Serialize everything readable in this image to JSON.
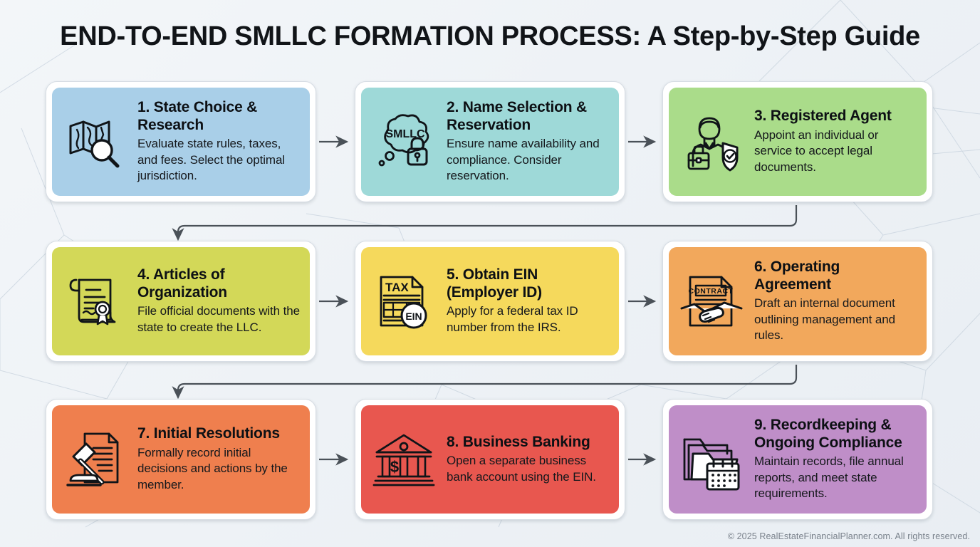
{
  "header": {
    "title_strong": "END-TO-END SMLLC FORMATION PROCESS",
    "title_rest": ": A Step-by-Step Guide",
    "title_full": "END-TO-END SMLLC FORMATION PROCESS: A Step-by-Step Guide"
  },
  "colors": {
    "background": "#eef2f6",
    "card_frame": "#ffffff",
    "card_border": "#d7dde4",
    "connector": "#4a5158",
    "text_primary": "#0d1014",
    "footer_text": "#7a828c",
    "step1": "#a9cfe8",
    "step2": "#9ed9d8",
    "step3": "#aadc8a",
    "step4": "#d3d858",
    "step5": "#f5d95c",
    "step6": "#f2a85c",
    "step7": "#ef7f4e",
    "step8": "#e8574f",
    "step9": "#bf8ec8"
  },
  "steps": [
    {
      "number": "1.",
      "title": "1. State Choice & Research",
      "desc": "Evaluate state rules, taxes, and fees. Select the optimal jurisdiction.",
      "color": "#a9cfe8",
      "icon": "map-magnifier-icon",
      "icon_label": ""
    },
    {
      "number": "2.",
      "title": "2. Name Selection & Reservation",
      "desc": "Ensure name availability and compliance. Consider reservation.",
      "color": "#9ed9d8",
      "icon": "thought-bubble-lock-icon",
      "icon_label": "SMLLC"
    },
    {
      "number": "3.",
      "title": "3. Registered Agent",
      "desc": "Appoint an individual or service to accept legal documents.",
      "color": "#aadc8a",
      "icon": "agent-person-shield-icon",
      "icon_label": ""
    },
    {
      "number": "4.",
      "title": "4. Articles of Organization",
      "desc": "File official documents with the state to create the LLC.",
      "color": "#d3d858",
      "icon": "scroll-seal-icon",
      "icon_label": ""
    },
    {
      "number": "5.",
      "title": "5. Obtain EIN (Employer ID)",
      "desc": "Apply for a federal tax ID number from the IRS.",
      "color": "#f5d95c",
      "icon": "tax-form-ein-icon",
      "icon_label": "TAX",
      "icon_label2": "EIN"
    },
    {
      "number": "6.",
      "title": "6. Operating Agreement",
      "desc": "Draft an internal document outlining management and rules.",
      "color": "#f2a85c",
      "icon": "contract-handshake-icon",
      "icon_label": "CONTRACT"
    },
    {
      "number": "7.",
      "title": "7. Initial Resolutions",
      "desc": "Formally record initial decisions and actions by the member.",
      "color": "#ef7f4e",
      "icon": "gavel-document-icon",
      "icon_label": ""
    },
    {
      "number": "8.",
      "title": "8. Business Banking",
      "desc": "Open a separate business bank account using the EIN.",
      "color": "#e8574f",
      "icon": "bank-dollar-icon",
      "icon_label": "$"
    },
    {
      "number": "9.",
      "title": "9. Recordkeeping & Ongoing Compliance",
      "desc": "Maintain records, file annual reports, and meet state requirements.",
      "color": "#bf8ec8",
      "icon": "folder-calendar-icon",
      "icon_label": ""
    }
  ],
  "footer": {
    "copyright": "© 2025 RealEstateFinancialPlanner.com. All rights reserved."
  }
}
